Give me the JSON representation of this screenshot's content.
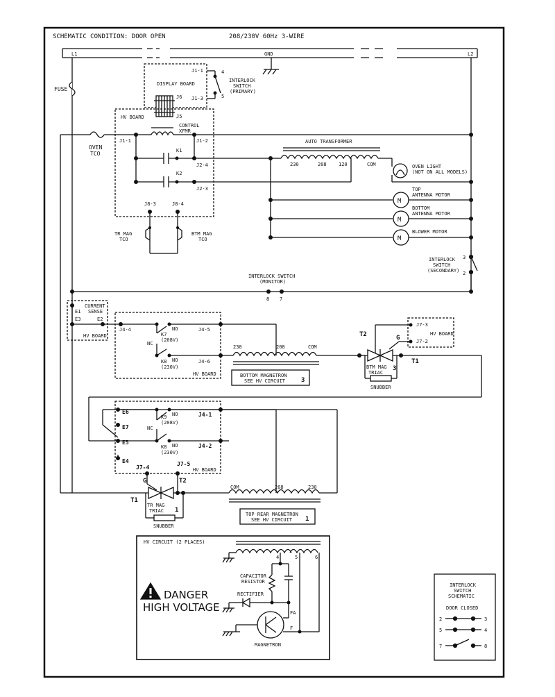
{
  "header": {
    "condition": "SCHEMATIC CONDITION: DOOR OPEN",
    "supply": "208/230V 60Hz 3-WIRE"
  },
  "bus": {
    "l1": "L1",
    "gnd": "GND",
    "l2": "L2"
  },
  "labels": {
    "fuse": "FUSE",
    "oven_tco": [
      "OVEN",
      "TCO"
    ],
    "display_board": "DISPLAY BOARD",
    "j1_1": "J1-1",
    "j1_3": "J1-3",
    "j6": "J6",
    "j5": "J5",
    "pin4": "4",
    "pin5": "5",
    "interlock_primary": [
      "INTERLOCK",
      "SWITCH",
      "(PRIMARY)"
    ],
    "hv_board": "HV BOARD",
    "control_xfmr": [
      "CONTROL",
      "XFMR"
    ],
    "j1_1b": "J1-1",
    "j1_2": "J1-2",
    "k1": "K1",
    "k2": "K2",
    "j2_4": "J2-4",
    "j2_3": "J2-3",
    "auto_transformer": "AUTO TRANSFORMER",
    "tap_230": "230",
    "tap_208": "208",
    "tap_120": "120",
    "tap_com": "COM",
    "oven_light": [
      "OVEN LIGHT",
      "(NOT ON ALL MODELS)"
    ],
    "top_antenna": [
      "TOP",
      "ANTENNA MOTOR"
    ],
    "bottom_antenna": [
      "BOTTOM",
      "ANTENNA MOTOR"
    ],
    "blower_motor": "BLOWER MOTOR",
    "motor_symbol": "M",
    "j8_3": "J8-3",
    "j8_4": "J8-4",
    "tr_mag_tco": [
      "TR MAG",
      "TCO"
    ],
    "btm_mag_tco": [
      "BTM MAG",
      "TCO"
    ],
    "interlock_secondary": [
      "INTERLOCK",
      "SWITCH",
      "(SECONDARY)"
    ],
    "sec_pin3": "3",
    "sec_pin2": "2",
    "interlock_monitor": [
      "INTERLOCK SWITCH",
      "(MONITOR)"
    ],
    "mon_pin8": "8",
    "mon_pin7": "7",
    "current_sense": [
      "CURRENT",
      "SENSE"
    ],
    "e1": "E1",
    "e3": "E3",
    "e2": "E2",
    "hv_board_cs": "HV BOARD",
    "j4_4": "J4-4",
    "k7": [
      "K7",
      "(208V)"
    ],
    "no": "NO",
    "nc": "NC",
    "j4_5": "J4-5",
    "k8a": [
      "K8",
      "(230V)"
    ],
    "j4_6": "J4-6",
    "hv_board_k": "HV BOARD",
    "bm_230": "230",
    "bm_208": "208",
    "bm_com": "COM",
    "bottom_magnetron": [
      "BOTTOM MAGNETRON",
      "SEE HV CIRCUIT"
    ],
    "num3": "3",
    "t2": "T2",
    "g": "G",
    "t1": "T1",
    "j7_3": "J7-3",
    "j7_2": "J7-2",
    "hv_board_j7": "HV BOARD",
    "btm_mag_triac": [
      "BTM MAG",
      "TRIAC"
    ],
    "snubber": "SNUBBER",
    "e6": "E6",
    "e7": "E7",
    "e5": "E5",
    "e4": "E4",
    "k9": [
      "K9",
      "(208V)"
    ],
    "j4_1": "J4-1",
    "k8b": [
      "K8",
      "(230V)"
    ],
    "j4_2": "J4-2",
    "j7_4": "J7-4",
    "j7_5": "J7-5",
    "hv_board_lower": "HV BOARD",
    "tr_mag_triac": [
      "TR MAG",
      "TRIAC"
    ],
    "num1": "1",
    "tm_com": "COM",
    "tm_208": "208",
    "tm_230": "230",
    "top_rear_magnetron": [
      "TOP REAR MAGNETRON",
      "SEE HV CIRCUIT"
    ],
    "hv_circuit": "HV CIRCUIT (2 PLACES)",
    "hv_pin4": "4",
    "hv_pin5": "5",
    "hv_pin6": "6",
    "capacitor_resistor": [
      "CAPACITOR",
      "RESISTOR"
    ],
    "rectifier": "RECTIFIER",
    "fa": "FA",
    "f": "F",
    "magnetron": "MAGNETRON",
    "danger": "DANGER",
    "high_voltage": "HIGH VOLTAGE",
    "interlock_schematic": [
      "INTERLOCK",
      "SWITCH",
      "SCHEMATIC"
    ],
    "door_closed": "DOOR CLOSED",
    "ds_2": "2",
    "ds_3": "3",
    "ds_5": "5",
    "ds_4": "4",
    "ds_7": "7",
    "ds_8": "8"
  }
}
